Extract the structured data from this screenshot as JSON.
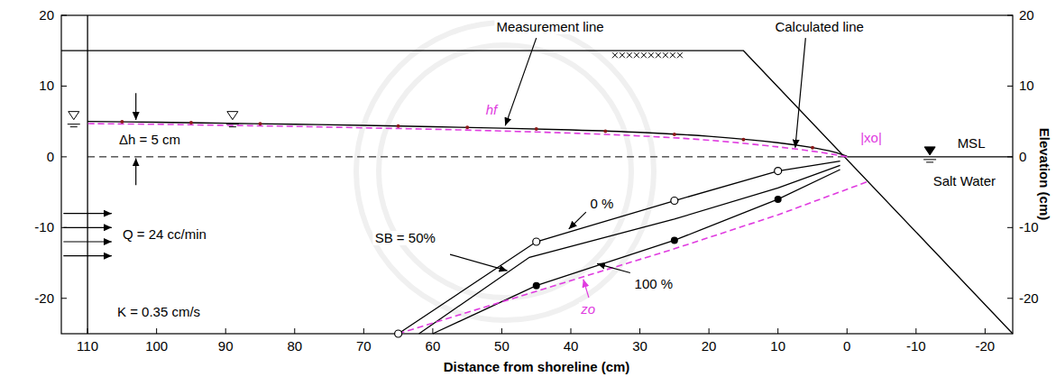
{
  "diagram": {
    "labels": [
      "20",
      "10",
      "0",
      "-10",
      "-20",
      "20",
      "10",
      "0",
      "-10",
      "-20",
      "110",
      "100",
      "90",
      "80",
      "70",
      "60",
      "50",
      "40",
      "30",
      "20",
      "10",
      "0",
      "-10",
      "-20",
      "Distance from shoreline (cm)",
      "Elevation (cm)",
      "Measurement line",
      "Calculated line",
      "hf",
      "|xo|",
      "Δh = 5 cm",
      "MSL",
      "Salt Water",
      "Q = 24 cc/min",
      "K = 0.35 cm/s",
      "0 %",
      "SB = 50%",
      "100 %",
      "zo"
    ]
  }
}
